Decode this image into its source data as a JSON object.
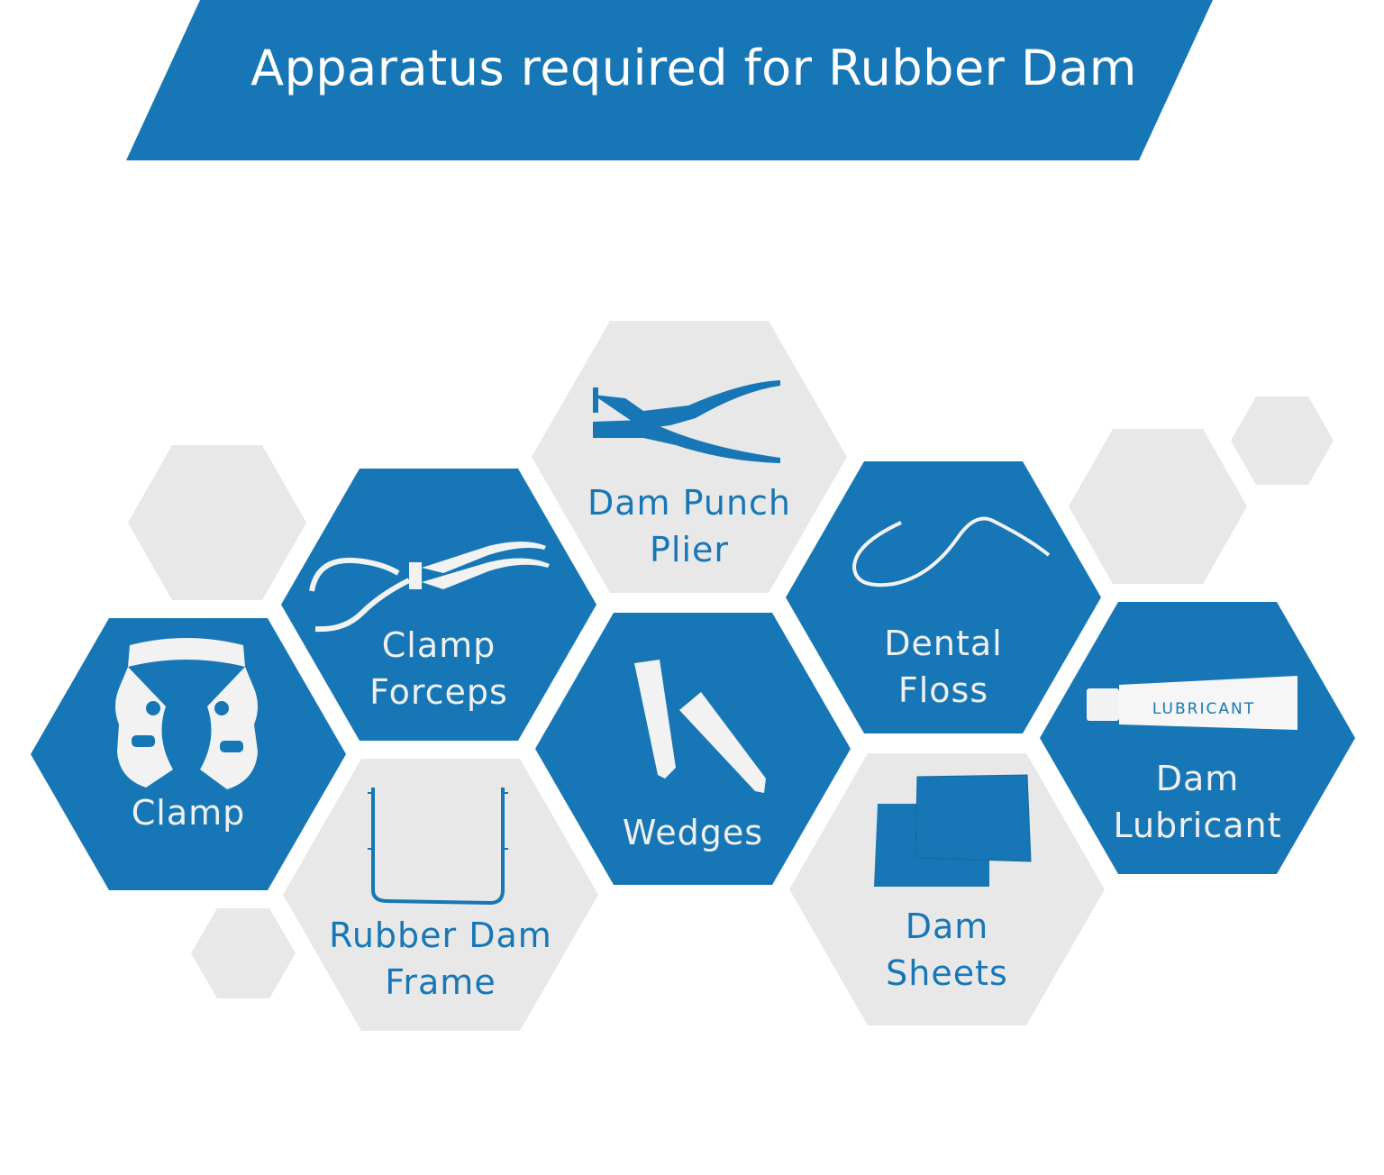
{
  "header": {
    "title": "Apparatus required for Rubber Dam"
  },
  "colors": {
    "primary": "#1777b6",
    "grey": "#e8e8e8",
    "white": "#ffffff"
  },
  "items": [
    {
      "label_lines": [
        "Clamp"
      ],
      "icon": "clamp-icon",
      "style": "blue"
    },
    {
      "label_lines": [
        "Clamp",
        "Forceps"
      ],
      "icon": "forceps-icon",
      "style": "blue"
    },
    {
      "label_lines": [
        "Dam Punch",
        "Plier"
      ],
      "icon": "punch-plier-icon",
      "style": "grey"
    },
    {
      "label_lines": [
        "Wedges"
      ],
      "icon": "wedges-icon",
      "style": "blue"
    },
    {
      "label_lines": [
        "Rubber Dam",
        "Frame"
      ],
      "icon": "frame-icon",
      "style": "grey"
    },
    {
      "label_lines": [
        "Dental",
        "Floss"
      ],
      "icon": "floss-icon",
      "style": "blue"
    },
    {
      "label_lines": [
        "Dam",
        "Sheets"
      ],
      "icon": "sheets-icon",
      "style": "grey"
    },
    {
      "label_lines": [
        "Dam",
        "Lubricant"
      ],
      "icon": "lubricant-tube-icon",
      "style": "blue",
      "icon_text": "LUBRICANT"
    }
  ]
}
